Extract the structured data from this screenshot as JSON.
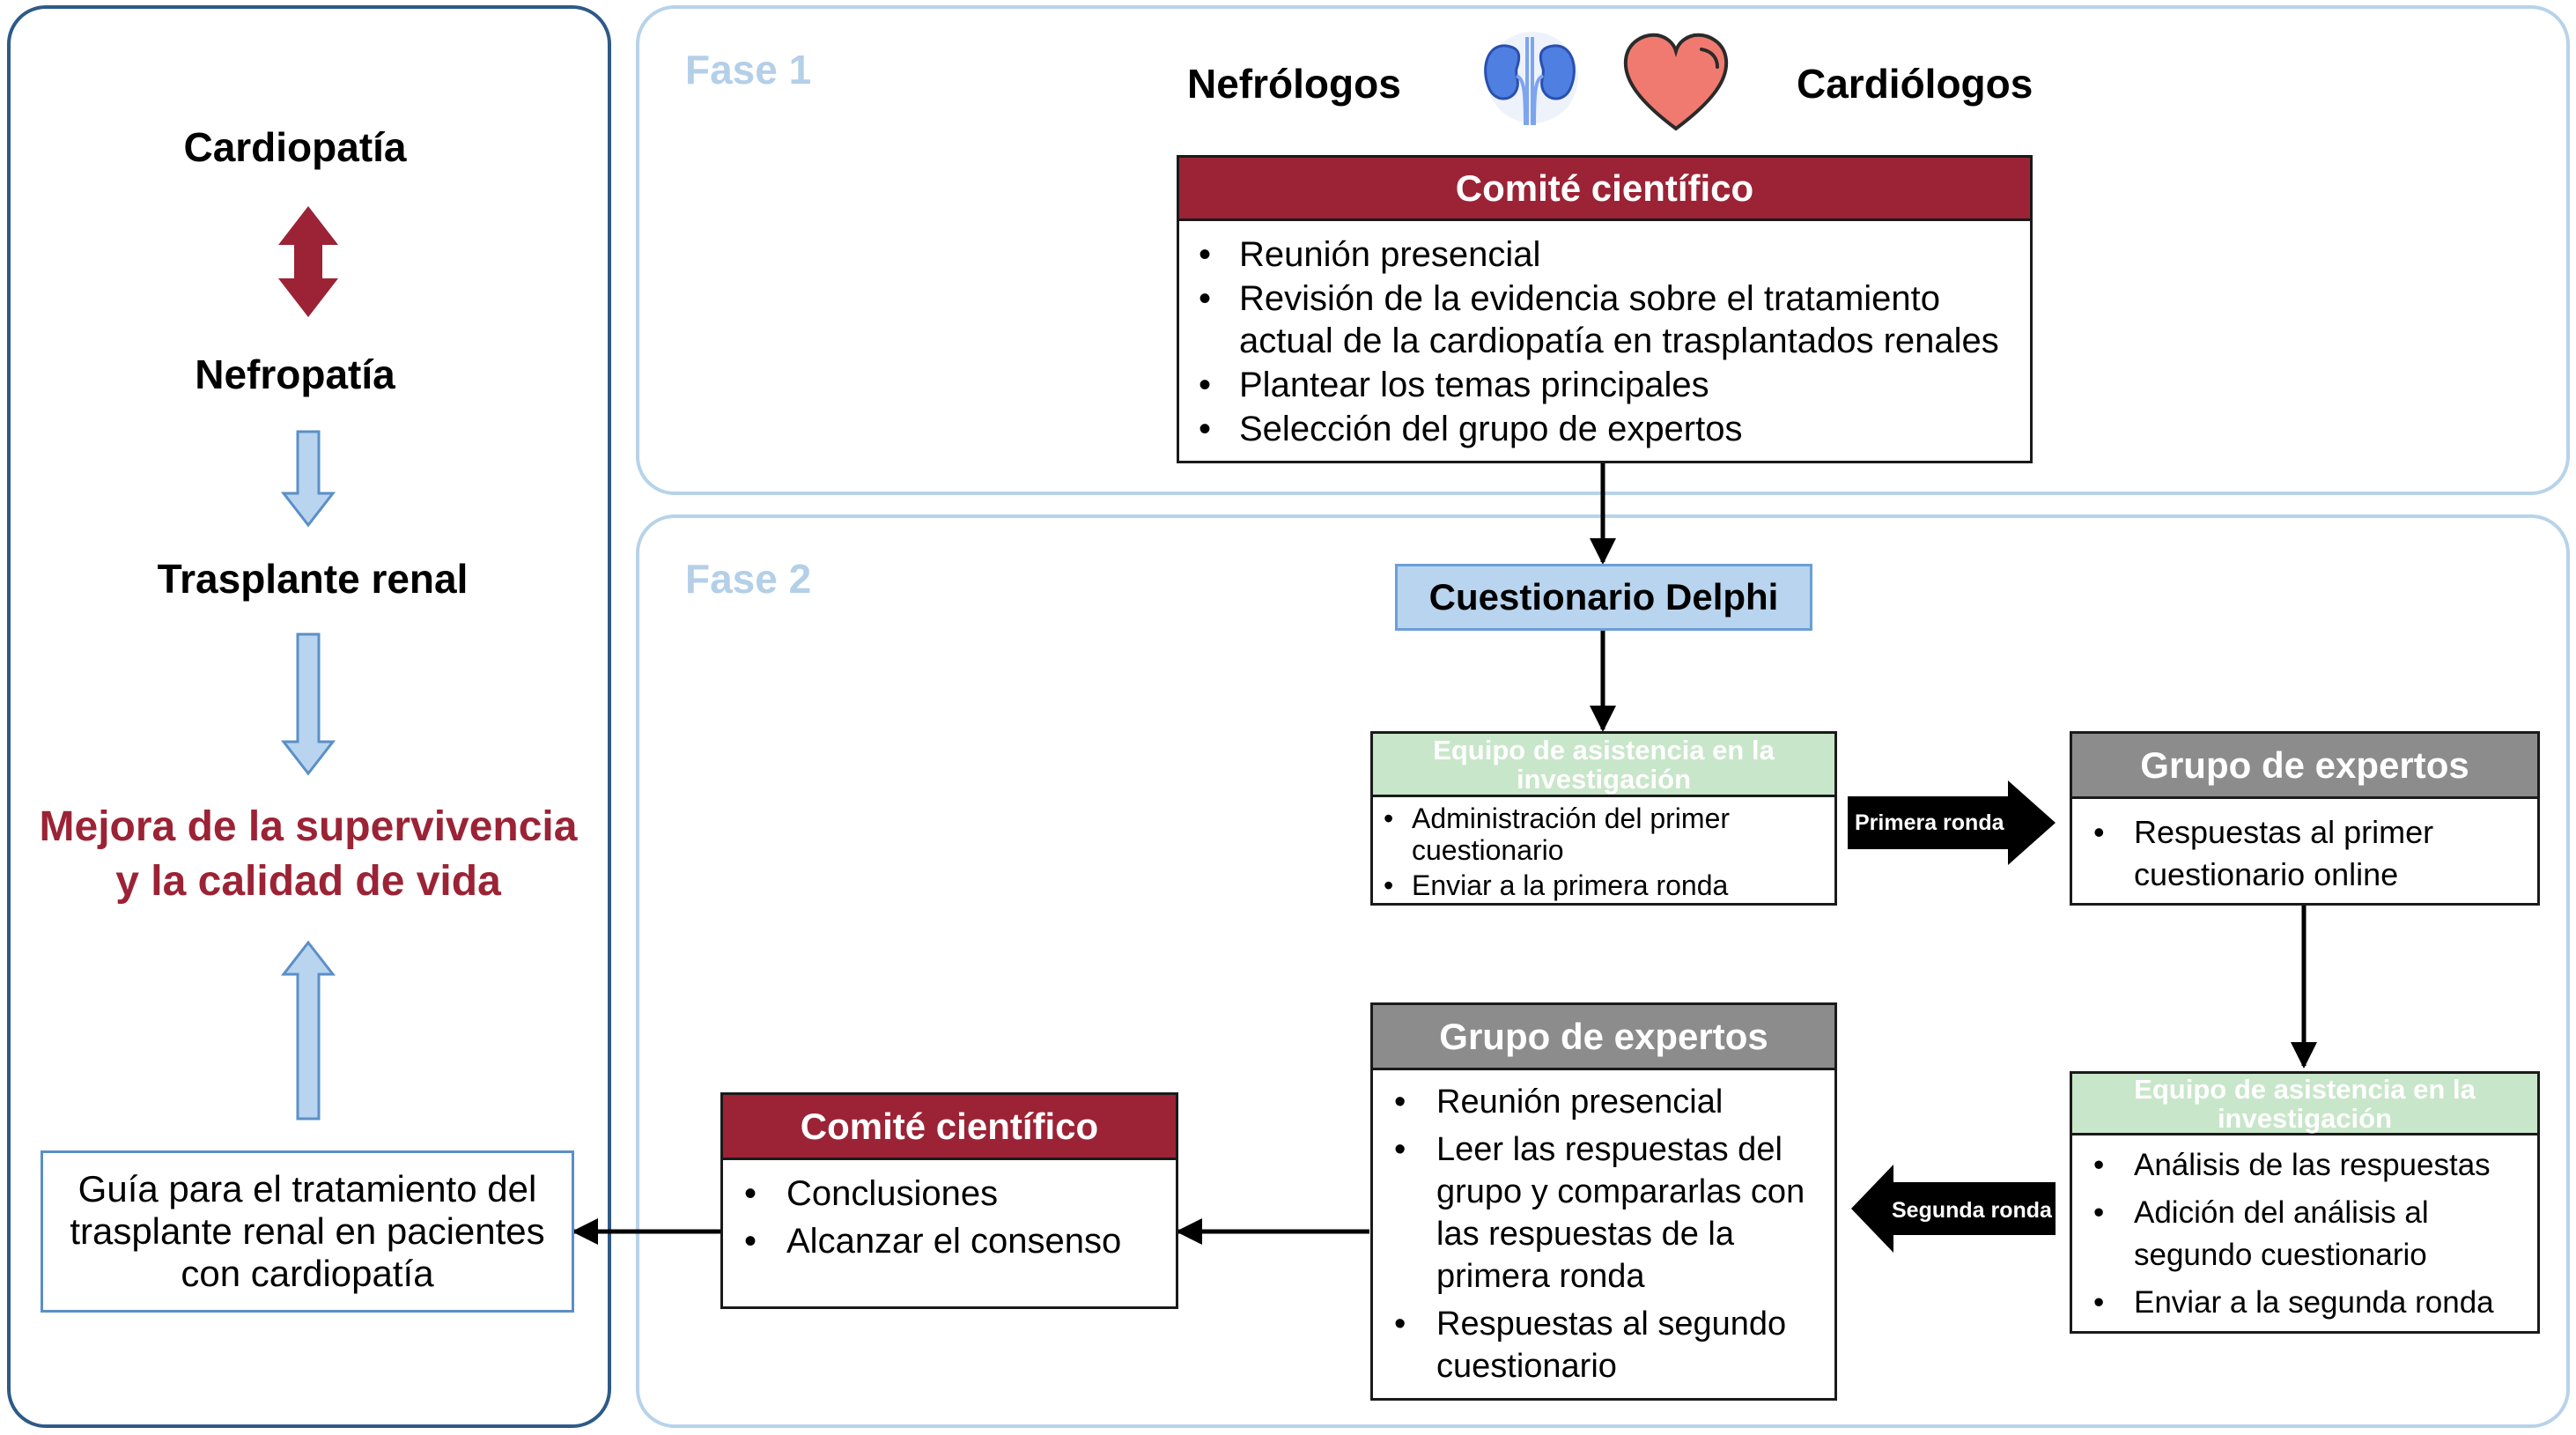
{
  "left": {
    "item1": "Cardiopatía",
    "item2": "Nefropatía",
    "item3": "Trasplante renal",
    "goal_line1": "Mejora de la supervivencia",
    "goal_line2": "y la calidad de vida",
    "guide": "Guía para el tratamiento del trasplante renal en pacientes con cardiopatía"
  },
  "phase1": {
    "label": "Fase 1",
    "nephrologists": "Nefrólogos",
    "cardiologists": "Cardiólogos",
    "committee": {
      "title": "Comité científico",
      "items": [
        "Reunión presencial",
        "Revisión de la evidencia sobre el tratamiento actual de la cardiopatía en trasplantados renales",
        "Plantear los temas principales",
        "Selección del grupo de expertos"
      ]
    }
  },
  "phase2": {
    "label": "Fase 2",
    "delphi": "Cuestionario Delphi",
    "research_team_1": {
      "title": "Equipo de asistencia en la investigación",
      "items": [
        "Administración del primer cuestionario",
        "Enviar a la primera ronda"
      ]
    },
    "first_round": "Primera ronda",
    "experts_1": {
      "title": "Grupo de expertos",
      "items": [
        "Respuestas al primer cuestionario online"
      ]
    },
    "research_team_2": {
      "title": "Equipo de asistencia en la investigación",
      "items": [
        "Análisis de las respuestas",
        "Adición del análisis al segundo cuestionario",
        "Enviar a la segunda ronda"
      ]
    },
    "second_round": "Segunda ronda",
    "experts_2": {
      "title": "Grupo de expertos",
      "items": [
        "Reunión presencial",
        "Leer las respuestas del grupo y compararlas con las respuestas de la primera ronda",
        "Respuestas al segundo cuestionario"
      ]
    },
    "committee_2": {
      "title": "Comité científico",
      "items": [
        "Conclusiones",
        "Alcanzar el consenso"
      ]
    }
  },
  "colors": {
    "accent_red": "#9b2335",
    "expert_grey": "#8c8c8c",
    "team_green": "#c8e6c9",
    "delphi_blue": "#b8d4ee",
    "phase_blue": "#b4cfe8",
    "panel_border": "#2e5a88"
  },
  "icons": [
    "kidney-icon",
    "heart-icon"
  ]
}
